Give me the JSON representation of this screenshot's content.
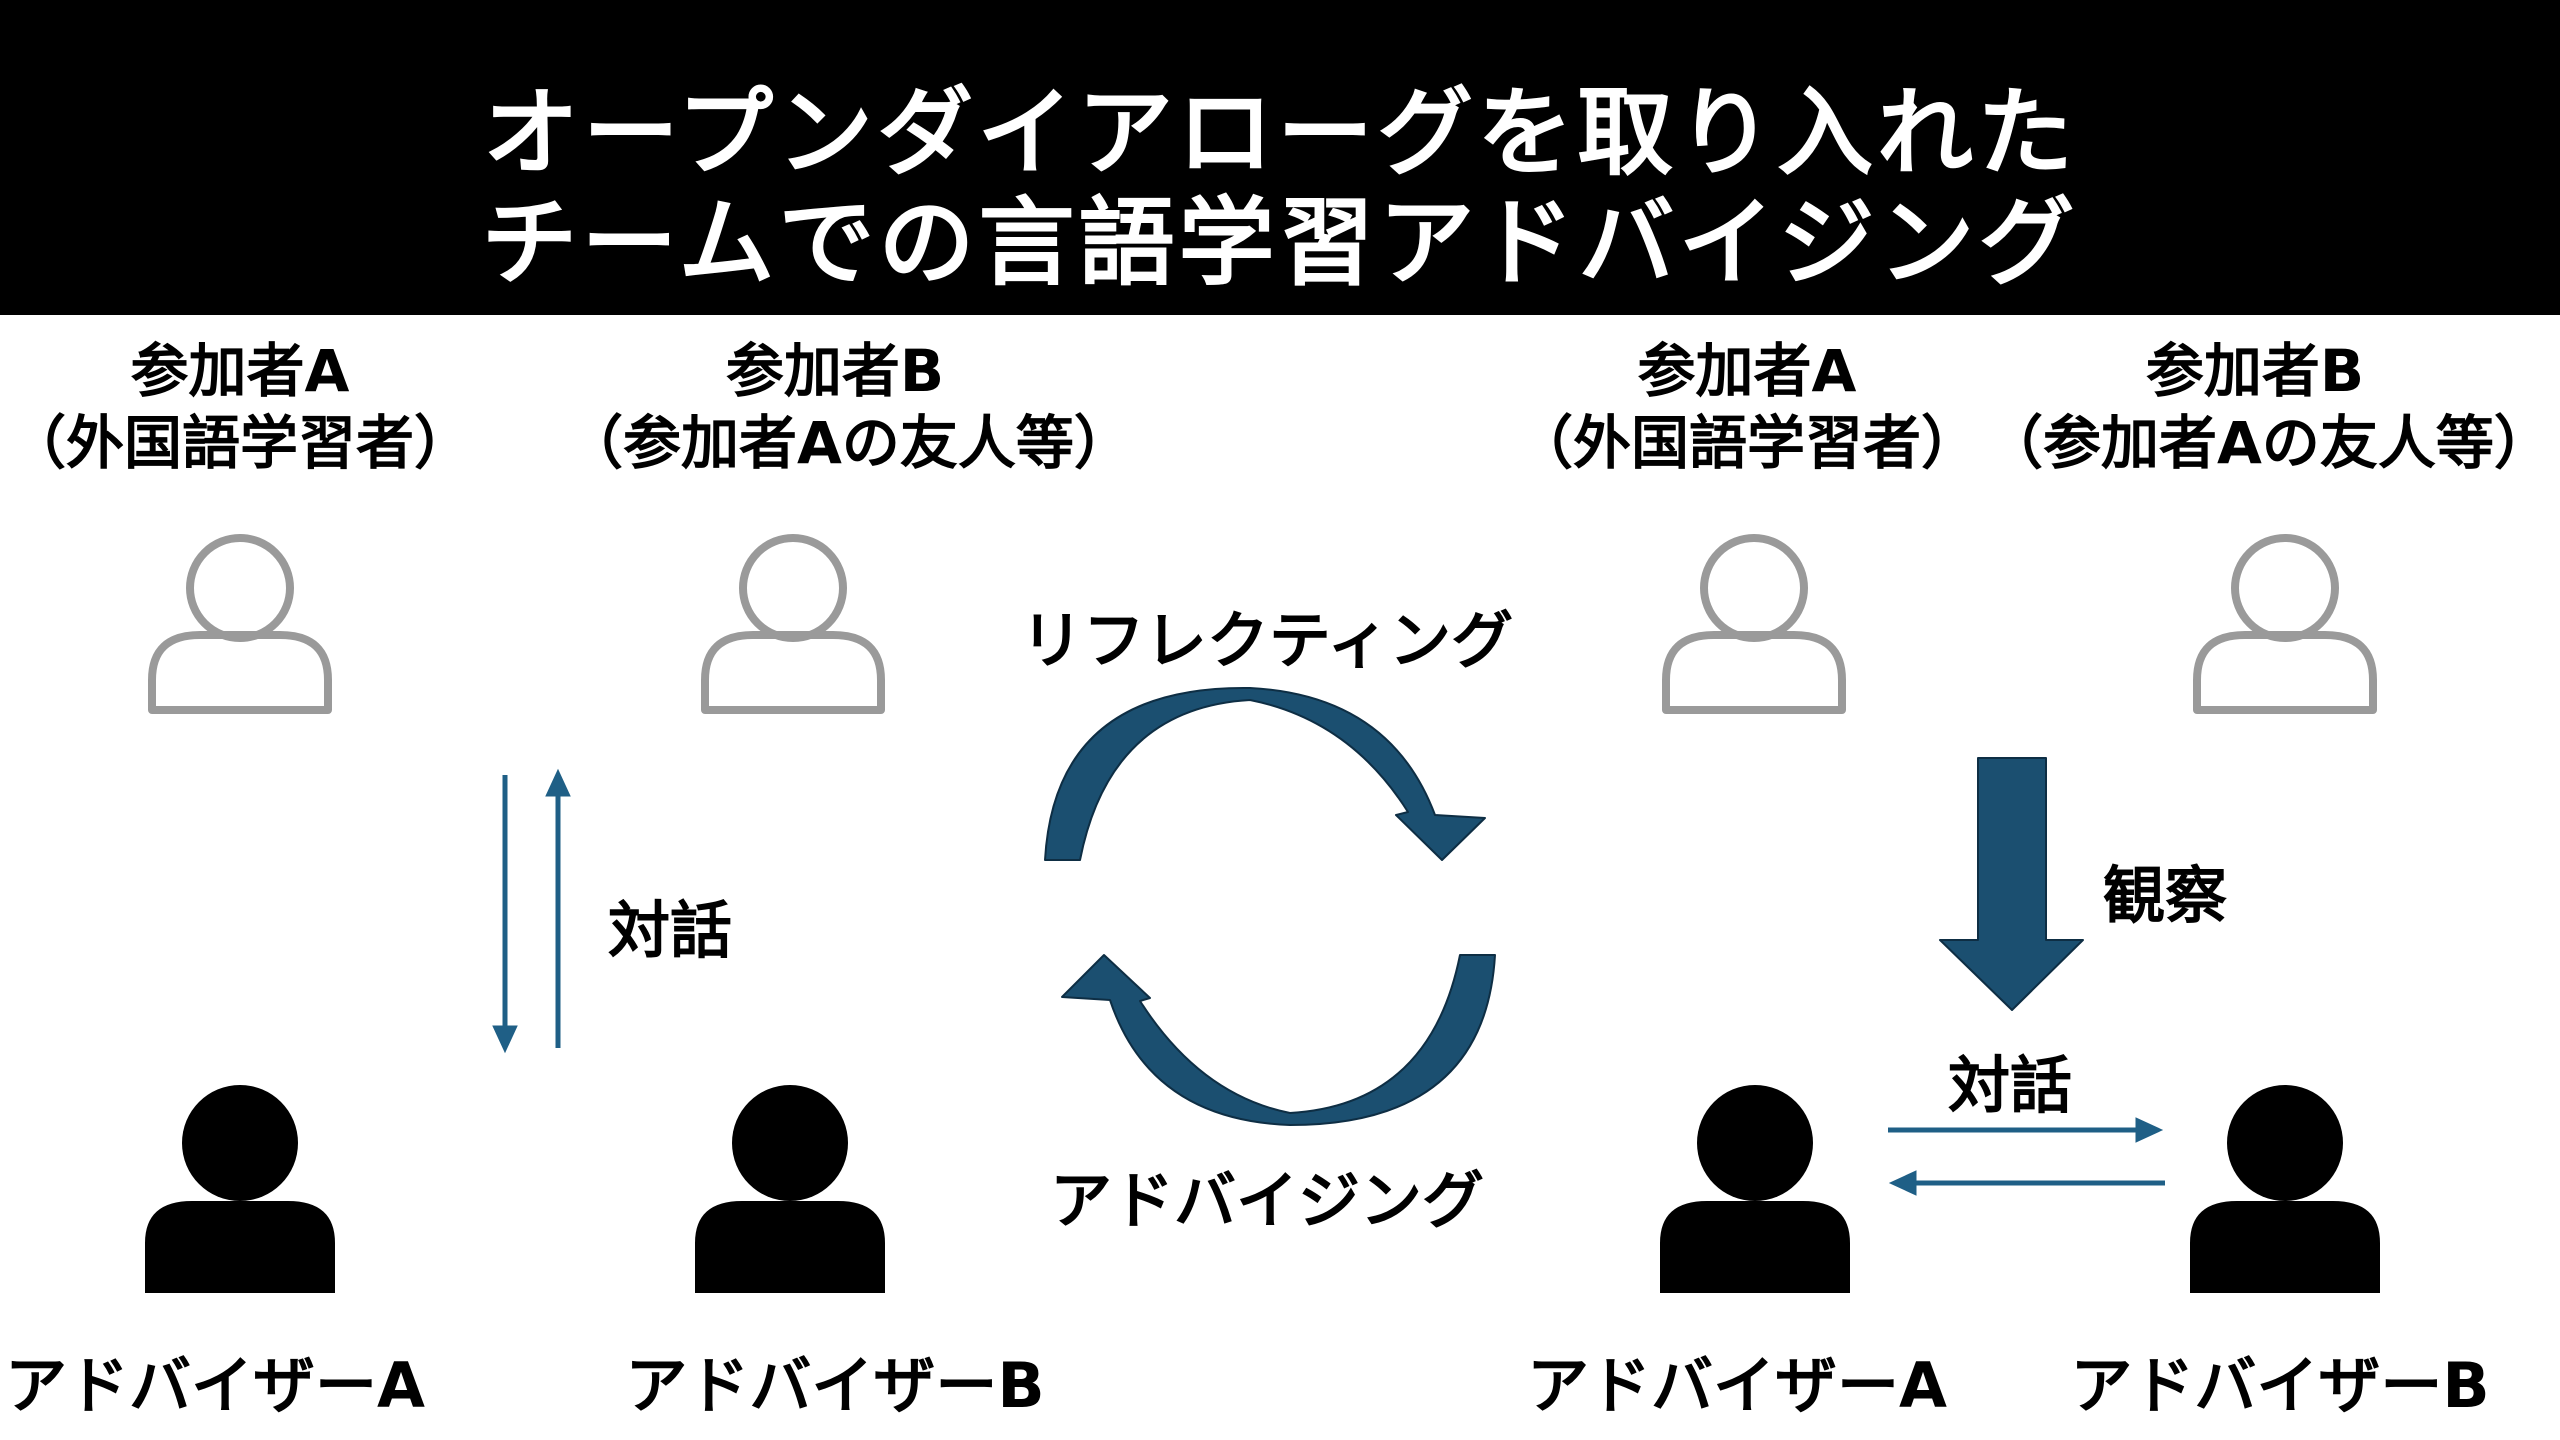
{
  "title": {
    "line1": "オープンダイアローグを取り入れた",
    "line2": "チームでの言語学習アドバイジング"
  },
  "left_panel": {
    "participant_a": {
      "name": "参加者A",
      "role": "（外国語学習者）"
    },
    "participant_b": {
      "name": "参加者B",
      "role": "（参加者Aの友人等）"
    },
    "dialogue_label": "対話",
    "advisor_a": "アドバイザーA",
    "advisor_b": "アドバイザーB"
  },
  "center": {
    "top_label": "リフレクティング",
    "bottom_label": "アドバイジング"
  },
  "right_panel": {
    "participant_a": {
      "name": "参加者A",
      "role": "（外国語学習者）"
    },
    "participant_b": {
      "name": "参加者B",
      "role": "（参加者Aの友人等）"
    },
    "observation_label": "観察",
    "dialogue_label": "対話",
    "advisor_a": "アドバイザーA",
    "advisor_b": "アドバイザーB"
  },
  "colors": {
    "header_bg": "#000000",
    "participant_icon": "#9a9a9a",
    "advisor_icon": "#000000",
    "arrow": "#1f5f86",
    "cycle_arrow": "#1b4f70"
  },
  "icons": {
    "participant": "person-outline-icon",
    "advisor": "person-filled-icon"
  }
}
